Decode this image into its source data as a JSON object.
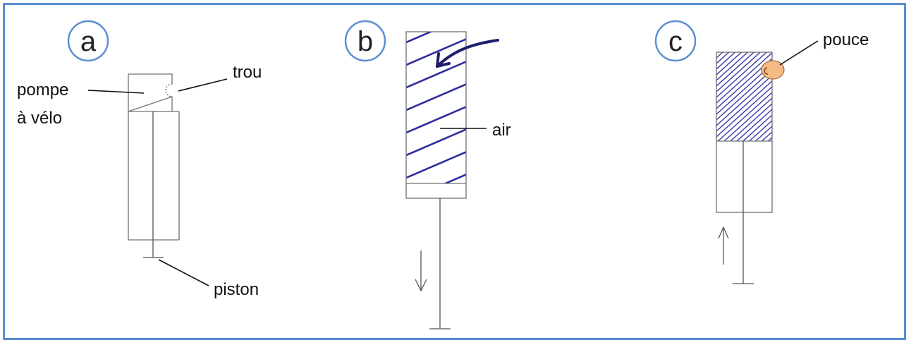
{
  "panels": [
    {
      "id": "a",
      "letter": "a"
    },
    {
      "id": "b",
      "letter": "b"
    },
    {
      "id": "c",
      "letter": "c"
    }
  ],
  "labels": {
    "pompe_line1": "pompe",
    "pompe_line2": "à vélo",
    "trou": "trou",
    "piston": "piston",
    "air": "air",
    "pouce": "pouce"
  },
  "colors": {
    "frame": "#5b8fd1",
    "hatch": "#2e2e9e",
    "thumb": "#f4bb85"
  }
}
